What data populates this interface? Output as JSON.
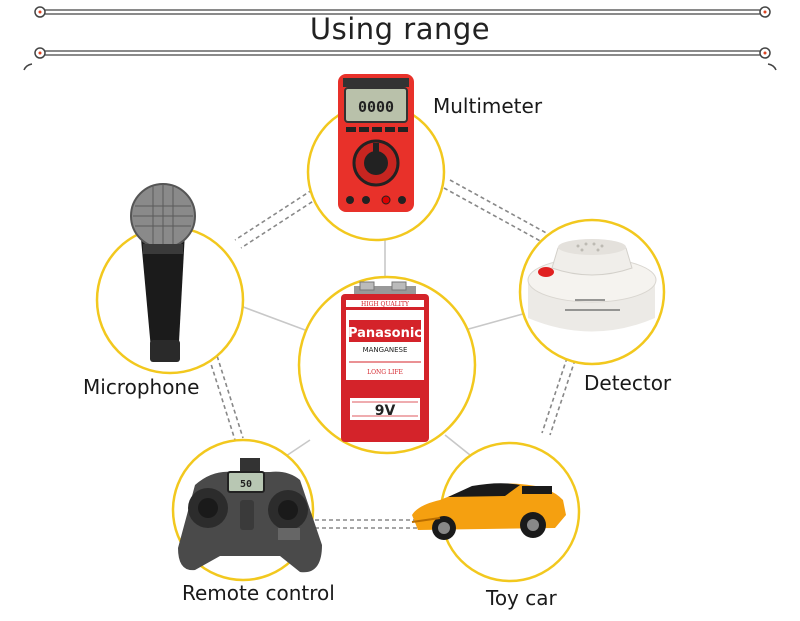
{
  "title": "Using range",
  "center": {
    "brand": "Panasonic",
    "top_text": "HIGH QUALITY",
    "subtitle": "MANGANESE",
    "tagline": "LONG LIFE",
    "voltage": "9V"
  },
  "items": [
    {
      "key": "multimeter",
      "label": "Multimeter"
    },
    {
      "key": "microphone",
      "label": "Microphone"
    },
    {
      "key": "detector",
      "label": "Detector"
    },
    {
      "key": "remote",
      "label": "Remote control"
    },
    {
      "key": "toycar",
      "label": "Toy car"
    }
  ],
  "multimeter": {
    "display": "0000"
  },
  "remote": {
    "display": "50"
  },
  "colors": {
    "ring": "#f2c81e",
    "line": "#9a9a9a",
    "battery_red": "#d4232a",
    "car_orange": "#f5a010"
  }
}
